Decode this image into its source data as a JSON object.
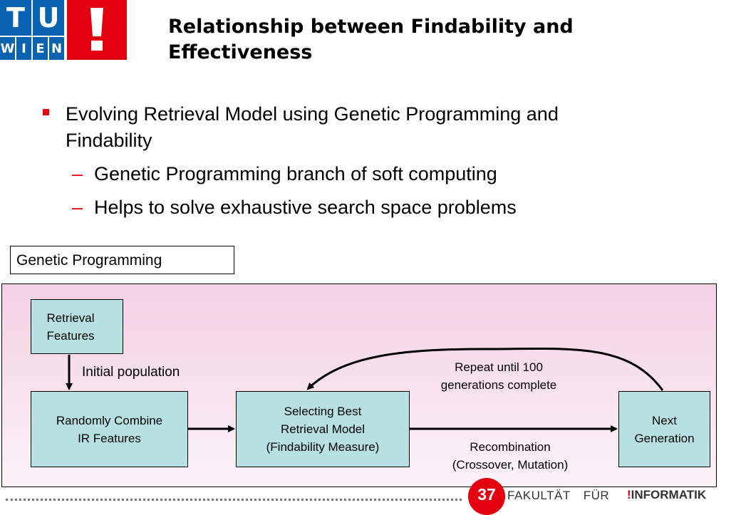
{
  "logo": {
    "tu_letters": [
      "T",
      "U"
    ],
    "wien_letters": [
      "W",
      "I",
      "E",
      "N"
    ]
  },
  "title": {
    "line1": "Relationship between Findability and",
    "line2": "Effectiveness"
  },
  "bullets": {
    "main": {
      "line1": "Evolving Retrieval Model using Genetic Programming and",
      "line2": "Findability"
    },
    "sub": [
      "Genetic Programming branch of soft computing",
      "Helps to solve exhaustive search space problems"
    ],
    "dash": "–"
  },
  "gp_label": "Genetic Programming",
  "diagram": {
    "retrieval_features": [
      "Retrieval",
      "Features"
    ],
    "initial_population": "Initial population",
    "randomly_combine": [
      "Randomly Combine",
      "IR Features"
    ],
    "selecting_best": [
      "Selecting Best",
      "Retrieval Model",
      "(Findability Measure)"
    ],
    "next_generation": [
      "Next",
      "Generation"
    ],
    "repeat": [
      "Repeat until 100",
      "generations complete"
    ],
    "recombination": [
      "Recombination",
      "(Crossover, Mutation)"
    ]
  },
  "footer": {
    "page_number": "37",
    "fakultat": "FAKULTÄT",
    "fur": "FÜR",
    "bang": "!",
    "informatik": "INFORMATIK"
  },
  "colors": {
    "tu_blue": "#0a63b0",
    "red": "#e3000f",
    "node_fill": "#b7e0e3"
  }
}
